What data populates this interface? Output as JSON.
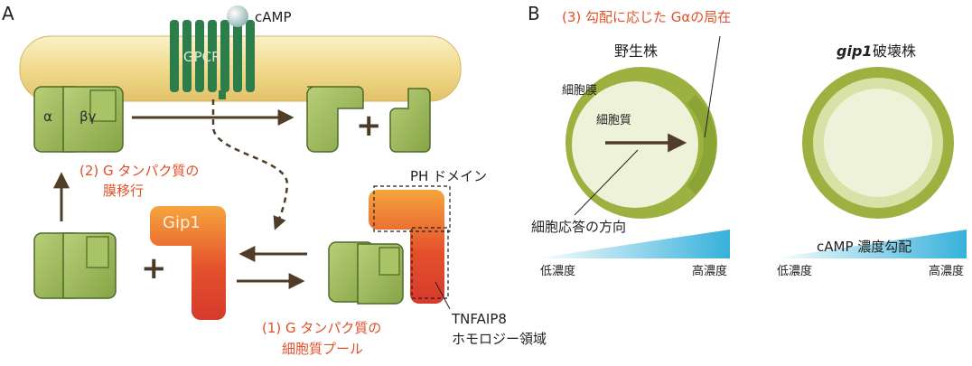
{
  "panels": {
    "a_label": "A",
    "b_label": "B"
  },
  "panel_a": {
    "camp": "cAMP",
    "gpcr": "GPCR",
    "alpha": "α",
    "beta_gamma": "βγ",
    "plus": "+",
    "gip1": "Gip1",
    "step2_line1": "(2) G タンパク質の",
    "step2_line2": "膜移行",
    "step1_line1": "(1) G タンパク質の",
    "step1_line2": "細胞質プール",
    "ph_domain": "PH ドメイン",
    "tnfaip8_line1": "TNFAIP8",
    "tnfaip8_line2": "ホモロジー領域"
  },
  "panel_b": {
    "step3": "(3) 勾配に応じた Gαの局在",
    "wild_type": "野生株",
    "gip1_italic": "gip1",
    "disrupted": "破壊株",
    "membrane": "細胞膜",
    "cytoplasm": "細胞質",
    "response_direction": "細胞応答の方向",
    "low_conc": "低濃度",
    "high_conc": "高濃度",
    "camp_gradient": "cAMP 濃度勾配"
  },
  "colors": {
    "orange_text": "#e0502a",
    "green_fill": "#9db95a",
    "green_dark": "#4f6a2a",
    "cell_outer": "#9cb13f",
    "cell_inner": "#eef2d9",
    "arrow_brown": "#4f3d28",
    "membrane": "#f2dc95",
    "gpcr": "#2c7d4a",
    "gip1_top": "#f39a3a",
    "gip1_bottom": "#d7352a",
    "gradient_end": "#36b1db"
  }
}
